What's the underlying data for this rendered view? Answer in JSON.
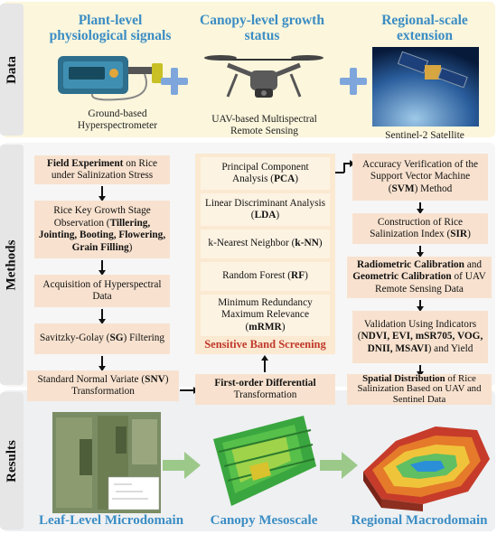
{
  "sections": {
    "data": "Data",
    "methods": "Methods",
    "results": "Results"
  },
  "data_row": {
    "col1": {
      "title": "Plant-level physiological signals",
      "caption": "Ground-based Hyperspectrometer"
    },
    "col2": {
      "title": "Canopy-level growth status",
      "caption": "UAV-based Multispectral Remote Sensing"
    },
    "col3": {
      "title": "Regional-scale extension",
      "caption": "Sentinel-2 Satellite"
    }
  },
  "left_column": {
    "box1": {
      "bold": "Field Experiment",
      "text": " on Rice under Salinization Stress"
    },
    "box2": {
      "pre": "Rice Key Growth Stage Observation (",
      "bold": "Tillering, Jointing, Booting, Flowering, Grain Filling",
      "post": ")"
    },
    "box3": {
      "text": "Acquisition of Hyperspectral Data"
    },
    "box4": {
      "pre": "Savitzky-Golay (",
      "bold": "SG",
      "post": ") Filtering"
    },
    "box5": {
      "pre": "Standard Normal Variate (",
      "bold": "SNV",
      "post": ") Transformation"
    }
  },
  "middle_column": {
    "pca": {
      "pre": "Principal Component Analysis (",
      "bold": "PCA",
      "post": ")"
    },
    "lda": {
      "pre": "Linear Discriminant Analysis (",
      "bold": "LDA",
      "post": ")"
    },
    "knn": {
      "pre": "k-Nearest Neighbor (",
      "bold": "k-NN",
      "post": ")"
    },
    "rf": {
      "pre": "Random Forest (",
      "bold": "RF",
      "post": ")"
    },
    "mrmr": {
      "pre": "Minimum Redundancy Maximum Relevance (",
      "bold": "mRMR",
      "post": ")"
    },
    "panel_title": "Sensitive Band Screening",
    "fod": {
      "bold": "First-order Differential",
      "text": " Transformation"
    }
  },
  "right_column": {
    "svm": {
      "pre": "Accuracy Verification of the Support Vector Machine (",
      "bold": "SVM",
      "post": ") Method"
    },
    "sir": {
      "pre": "Construction of Rice Salinization Index (",
      "bold": "SIR",
      "post": ")"
    },
    "calib": {
      "bold1": "Radiometric Calibration",
      "mid": " and ",
      "bold2": "Geometric Calibration",
      "post": " of UAV Remote Sensing Data"
    },
    "valid": {
      "pre": "Validation Using Indicators (",
      "bold": "NDVI, EVI, mSR705, VOG, DNII, MSAVI",
      "post": ") and Yield"
    },
    "spatial": {
      "bold": "Spatial Distribution",
      "text": " of Rice Salinization Based on UAV and Sentinel Data"
    }
  },
  "results_row": {
    "cap1": "Leaf-Level Microdomain",
    "cap2": "Canopy Mesoscale",
    "cap3": "Regional Macrodomain"
  },
  "colors": {
    "header_blue": "#3b8dc4",
    "box_peach": "#f8e2cf",
    "panel_title_red": "#c0392b",
    "arrow_green": "#9cc98a"
  }
}
